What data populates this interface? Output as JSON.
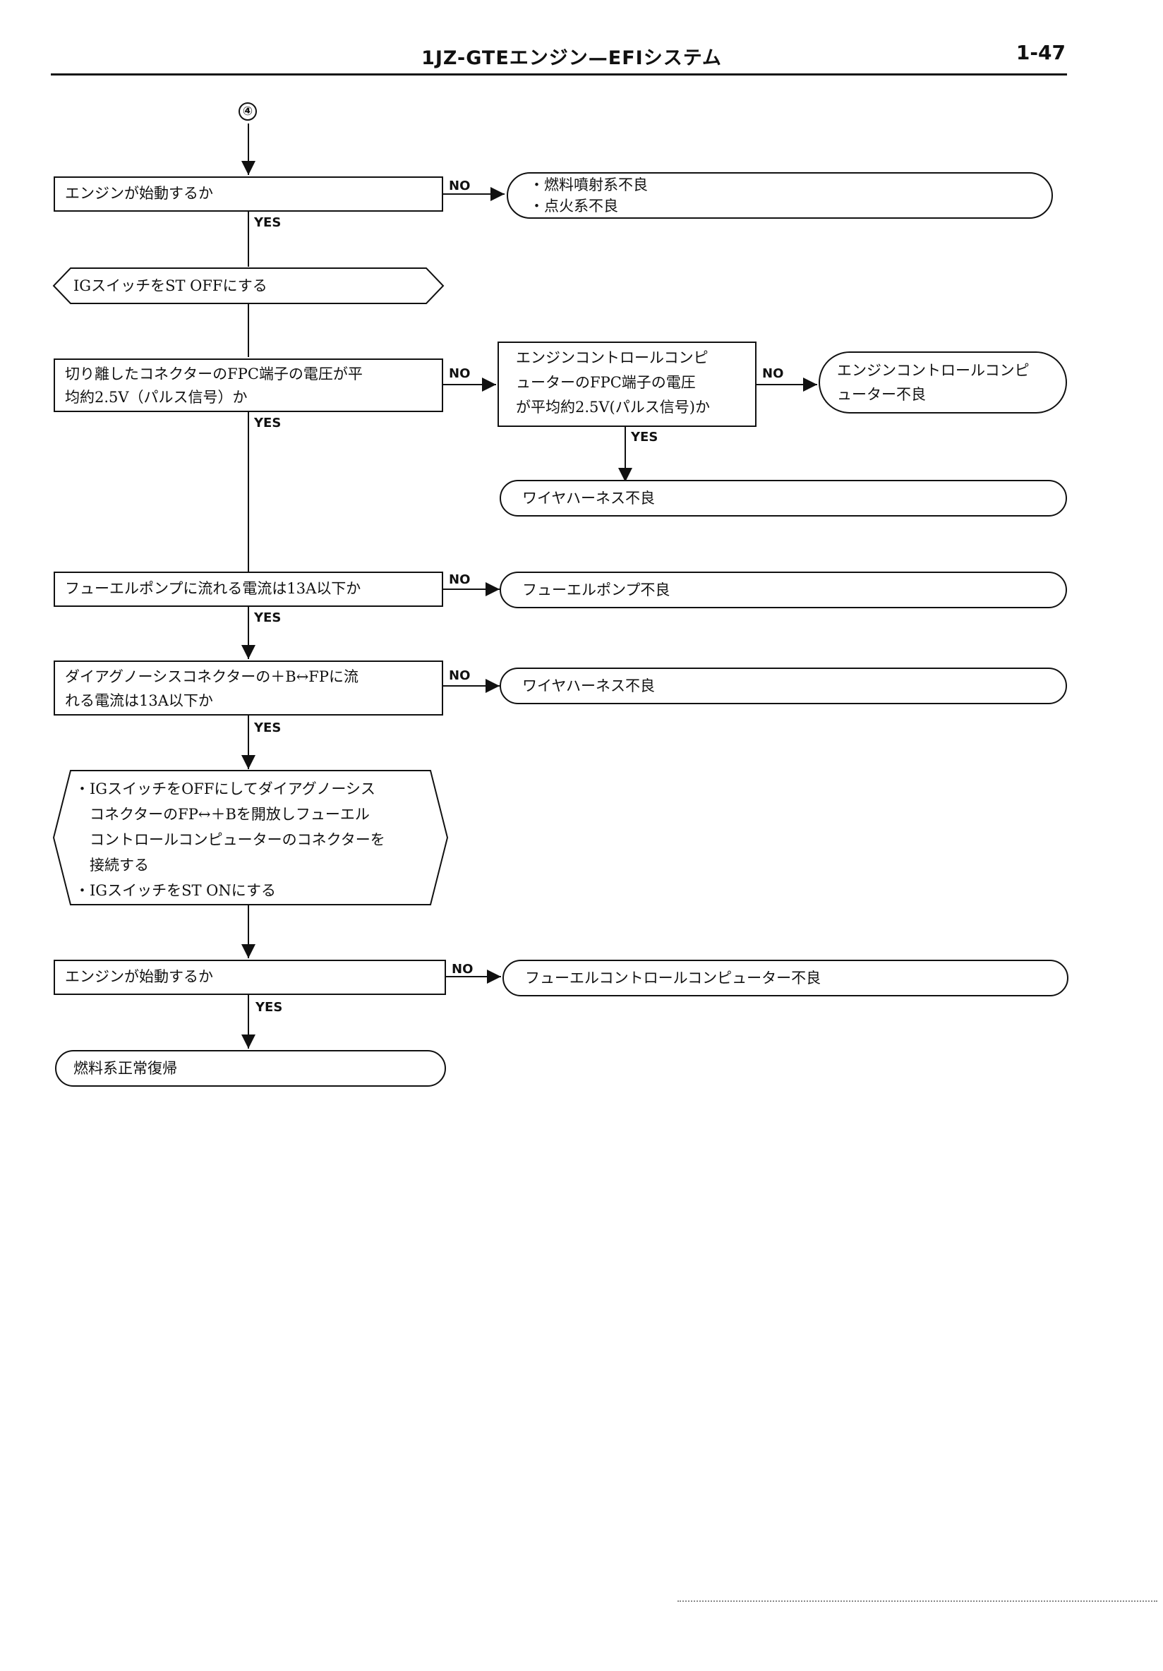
{
  "header": {
    "title": "1JZ-GTEエンジン—EFIシステム",
    "page_number": "1-47"
  },
  "connector": {
    "label": "④"
  },
  "labels": {
    "yes": "YES",
    "no": "NO"
  },
  "flow": {
    "step1": "エンジンが始動するか",
    "step1_no": "・燃料噴射系不良\n・点火系不良",
    "action1": "IGスイッチをST OFFにする",
    "step2": "切り離したコネクターのFPC端子の電圧が平\n均約2.5V（パルス信号）か",
    "step2_no_check": "エンジンコントロールコンピ\nューターのFPC端子の電圧\nが平均約2.5V(パルス信号)か",
    "step2_no_no": "エンジンコントロールコンピ\nューター不良",
    "step2_no_yes": "ワイヤハーネス不良",
    "step3": "フューエルポンプに流れる電流は13A以下か",
    "step3_no": "フューエルポンプ不良",
    "step4": "ダイアグノーシスコネクターの＋B↔FPに流\nれる電流は13A以下か",
    "step4_no": "ワイヤハーネス不良",
    "action2": "・IGスイッチをOFFにしてダイアグノーシス\n　コネクターのFP↔＋Bを開放しフューエル\n　コントロールコンピューターのコネクターを\n　接続する\n・IGスイッチをST ONにする",
    "step5": "エンジンが始動するか",
    "step5_no": "フューエルコントロールコンピューター不良",
    "end": "燃料系正常復帰"
  }
}
